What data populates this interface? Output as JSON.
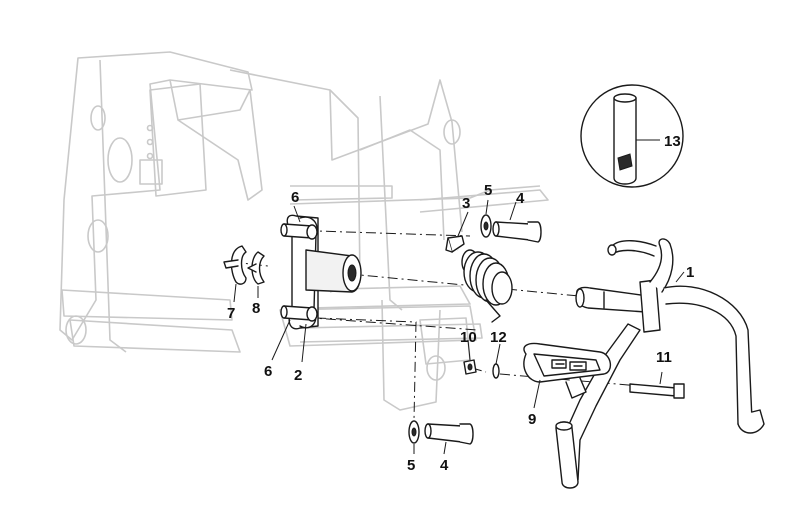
{
  "diagram": {
    "callouts": [
      {
        "id": "c1",
        "label": "1"
      },
      {
        "id": "c2",
        "label": "2"
      },
      {
        "id": "c3",
        "label": "3"
      },
      {
        "id": "c4a",
        "label": "4"
      },
      {
        "id": "c4b",
        "label": "4"
      },
      {
        "id": "c5a",
        "label": "5"
      },
      {
        "id": "c5b",
        "label": "5"
      },
      {
        "id": "c6a",
        "label": "6"
      },
      {
        "id": "c6b",
        "label": "6"
      },
      {
        "id": "c7",
        "label": "7"
      },
      {
        "id": "c8",
        "label": "8"
      },
      {
        "id": "c9",
        "label": "9"
      },
      {
        "id": "c10",
        "label": "10"
      },
      {
        "id": "c11",
        "label": "11"
      },
      {
        "id": "c12",
        "label": "12"
      },
      {
        "id": "c13",
        "label": "13"
      }
    ],
    "colors": {
      "line": "#1a1a1a",
      "ghost_frame": "#c9c9c9",
      "background": "#ffffff"
    }
  }
}
